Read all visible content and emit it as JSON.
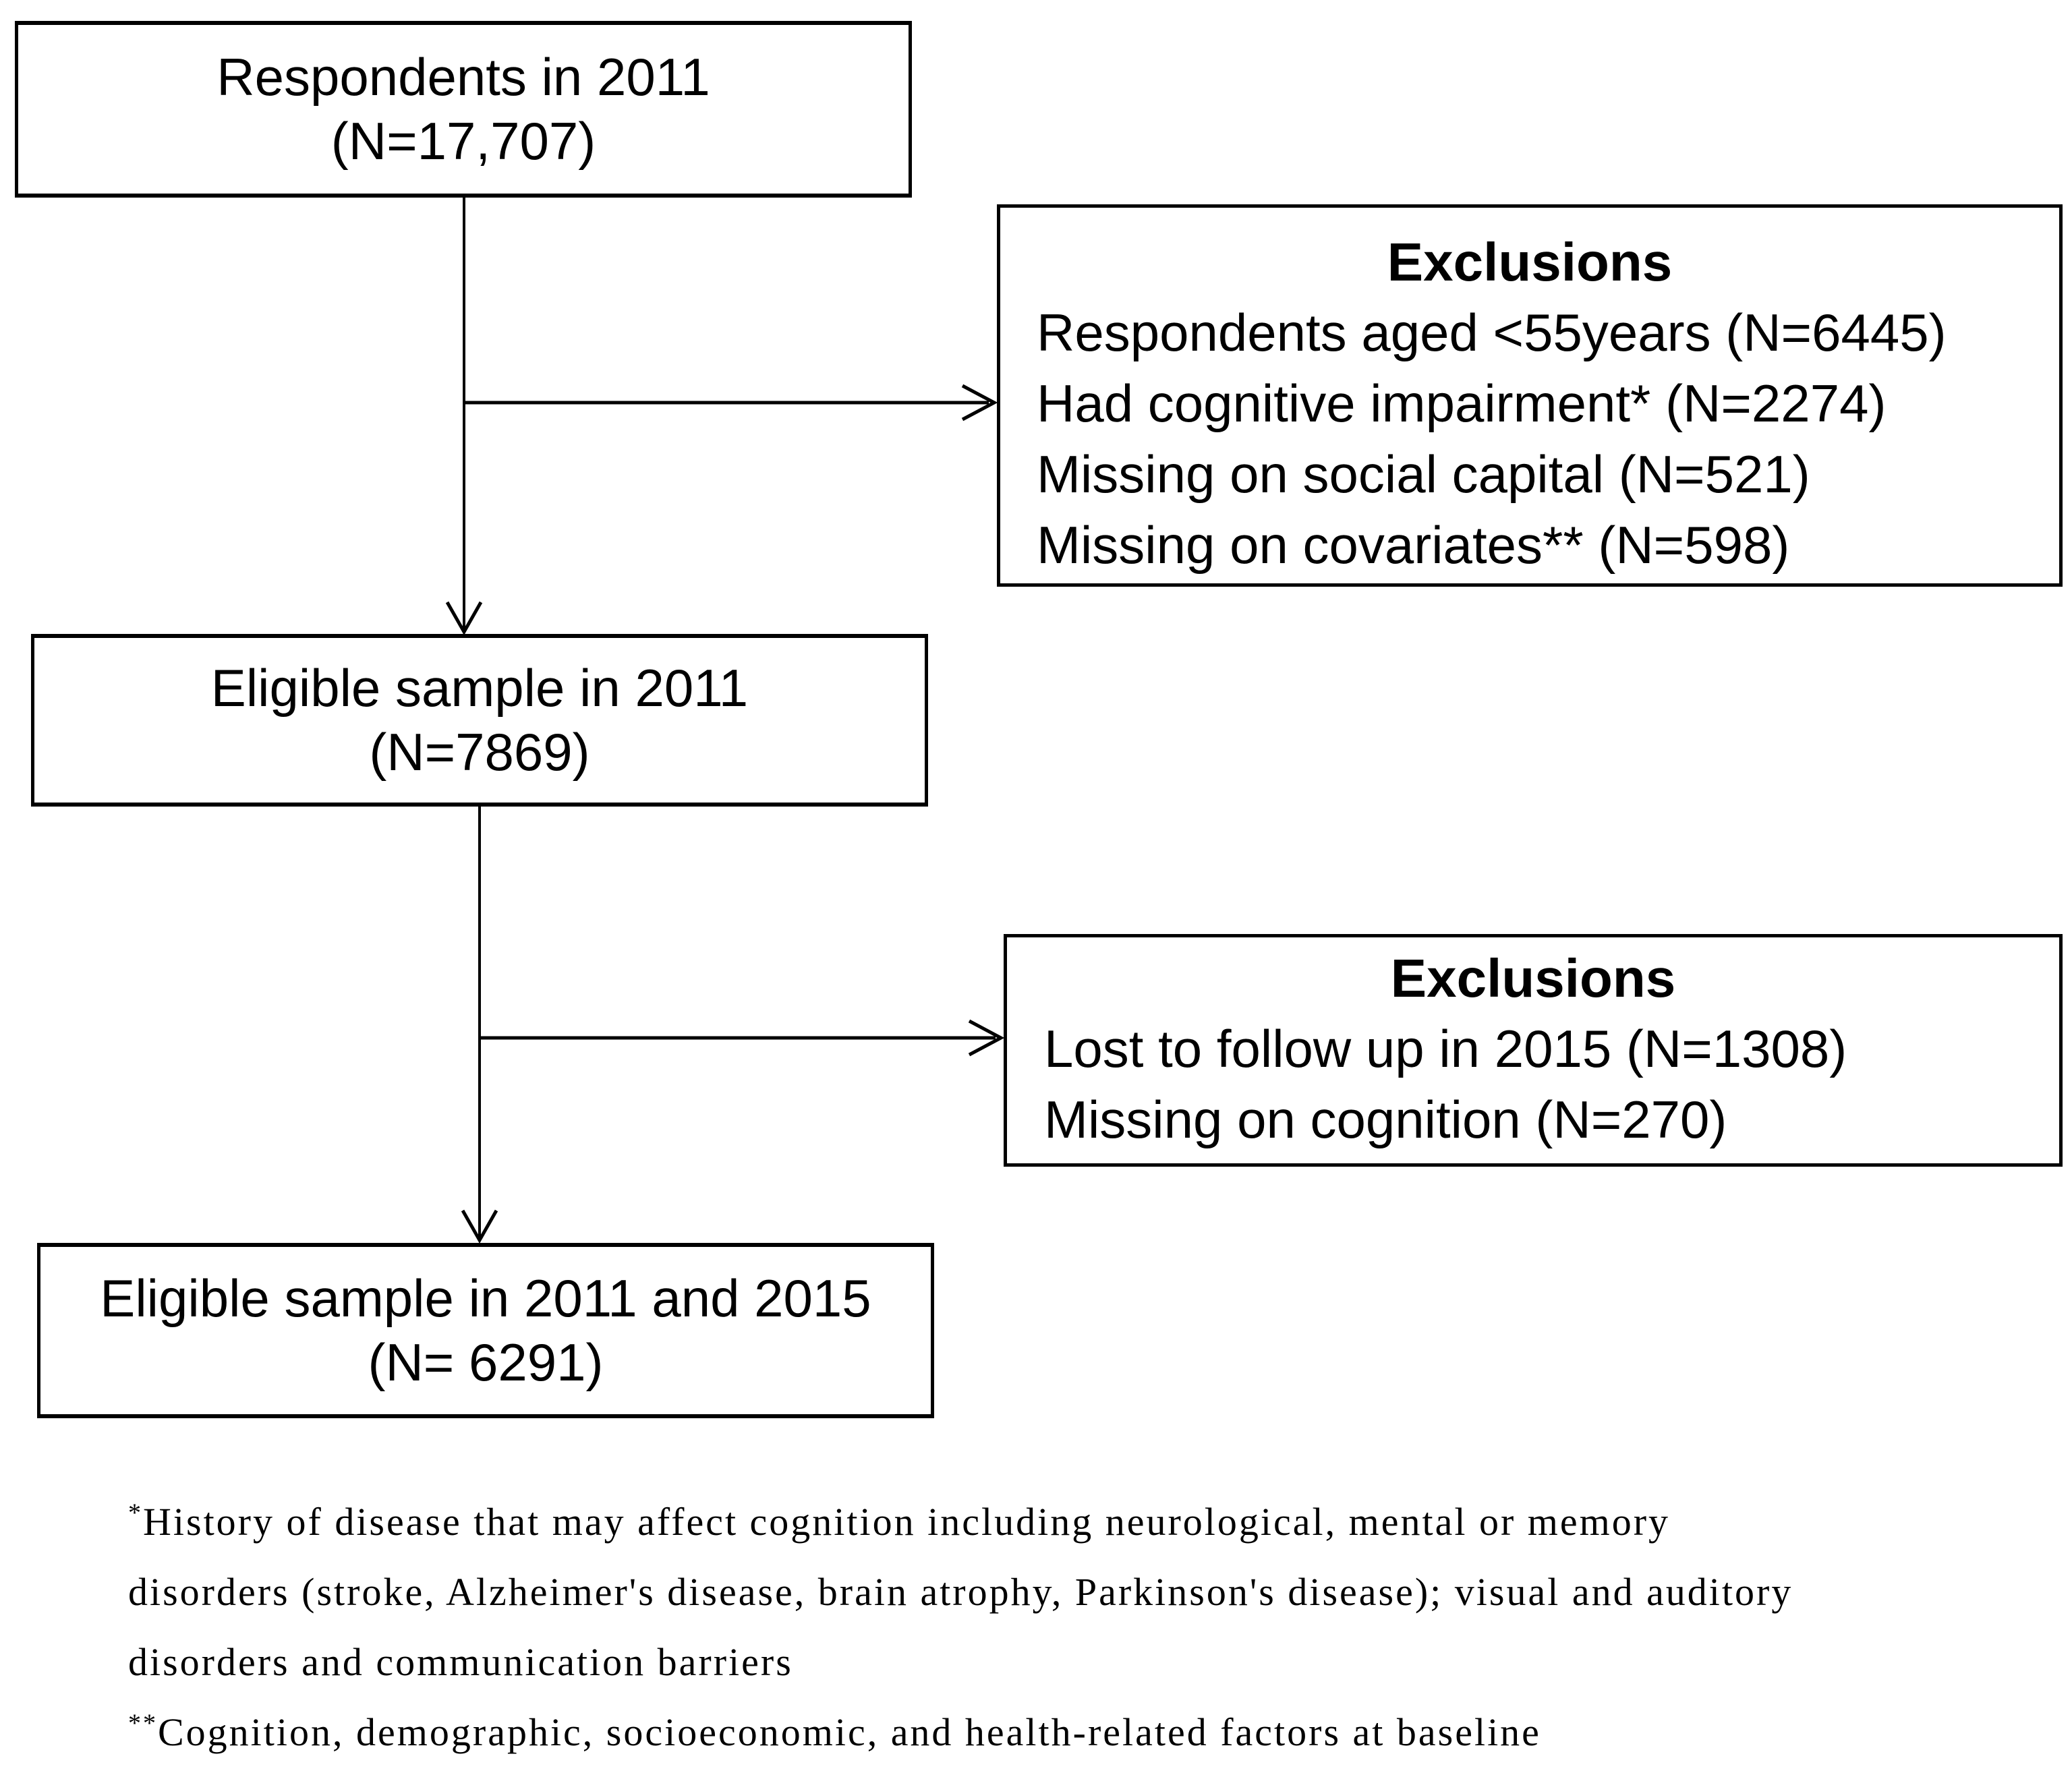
{
  "flowchart": {
    "box1": {
      "line1": "Respondents in 2011",
      "line2": "(N=17,707)"
    },
    "exclusions1": {
      "title": "Exclusions",
      "items": [
        "Respondents aged <55years (N=6445)",
        "Had cognitive impairment* (N=2274)",
        "Missing on social capital (N=521)",
        "Missing on covariates** (N=598)"
      ]
    },
    "box2": {
      "line1": "Eligible sample in 2011",
      "line2": "(N=7869)"
    },
    "exclusions2": {
      "title": "Exclusions",
      "items": [
        "Lost to follow up in 2015 (N=1308)",
        "Missing on cognition (N=270)"
      ]
    },
    "box3": {
      "line1": "Eligible sample in 2011 and 2015",
      "line2": "(N= 6291)"
    }
  },
  "footnotes": {
    "marker1": "*",
    "line1": "History of disease that may affect cognition including neurological, mental or memory",
    "line2": "disorders (stroke, Alzheimer's disease, brain atrophy, Parkinson's disease); visual and auditory",
    "line3": "disorders and communication barriers",
    "marker2": "**",
    "line4": "Cognition, demographic, socioeconomic, and health-related factors at baseline"
  },
  "colors": {
    "line": "#000000",
    "background": "#ffffff",
    "text": "#000000"
  }
}
